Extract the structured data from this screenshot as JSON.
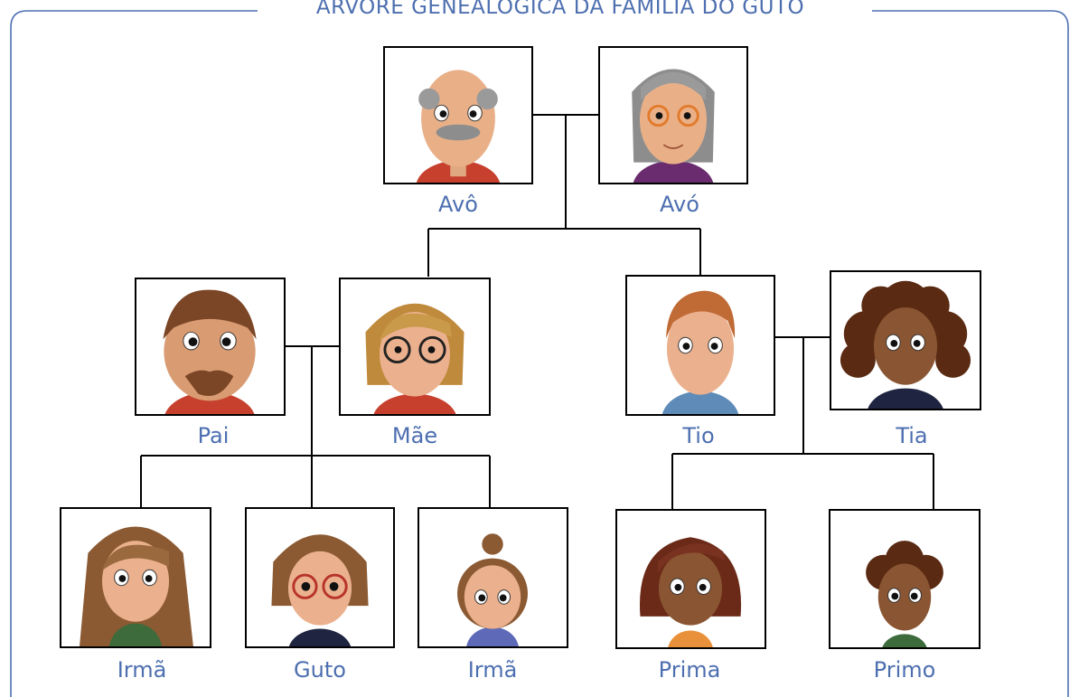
{
  "title": "ÁRVORE GENEALÓGICA DA FAMÍLIA DO GUTO",
  "colors": {
    "frame": "#4d6fb0",
    "label": "#4d6fb0",
    "line": "#000000"
  },
  "members": [
    {
      "id": "avo_m",
      "label": "Avô",
      "portrait": "grandfather-portrait"
    },
    {
      "id": "avo_f",
      "label": "Avó",
      "portrait": "grandmother-portrait"
    },
    {
      "id": "pai",
      "label": "Pai",
      "portrait": "father-portrait"
    },
    {
      "id": "mae",
      "label": "Mãe",
      "portrait": "mother-portrait"
    },
    {
      "id": "tio",
      "label": "Tio",
      "portrait": "uncle-portrait"
    },
    {
      "id": "tia",
      "label": "Tia",
      "portrait": "aunt-portrait"
    },
    {
      "id": "irma1",
      "label": "Irmã",
      "portrait": "sister-portrait"
    },
    {
      "id": "guto",
      "label": "Guto",
      "portrait": "guto-portrait"
    },
    {
      "id": "irma2",
      "label": "Irmã",
      "portrait": "younger-sister-portrait"
    },
    {
      "id": "prima",
      "label": "Prima",
      "portrait": "cousin-girl-portrait"
    },
    {
      "id": "primo",
      "label": "Primo",
      "portrait": "cousin-boy-portrait"
    }
  ]
}
